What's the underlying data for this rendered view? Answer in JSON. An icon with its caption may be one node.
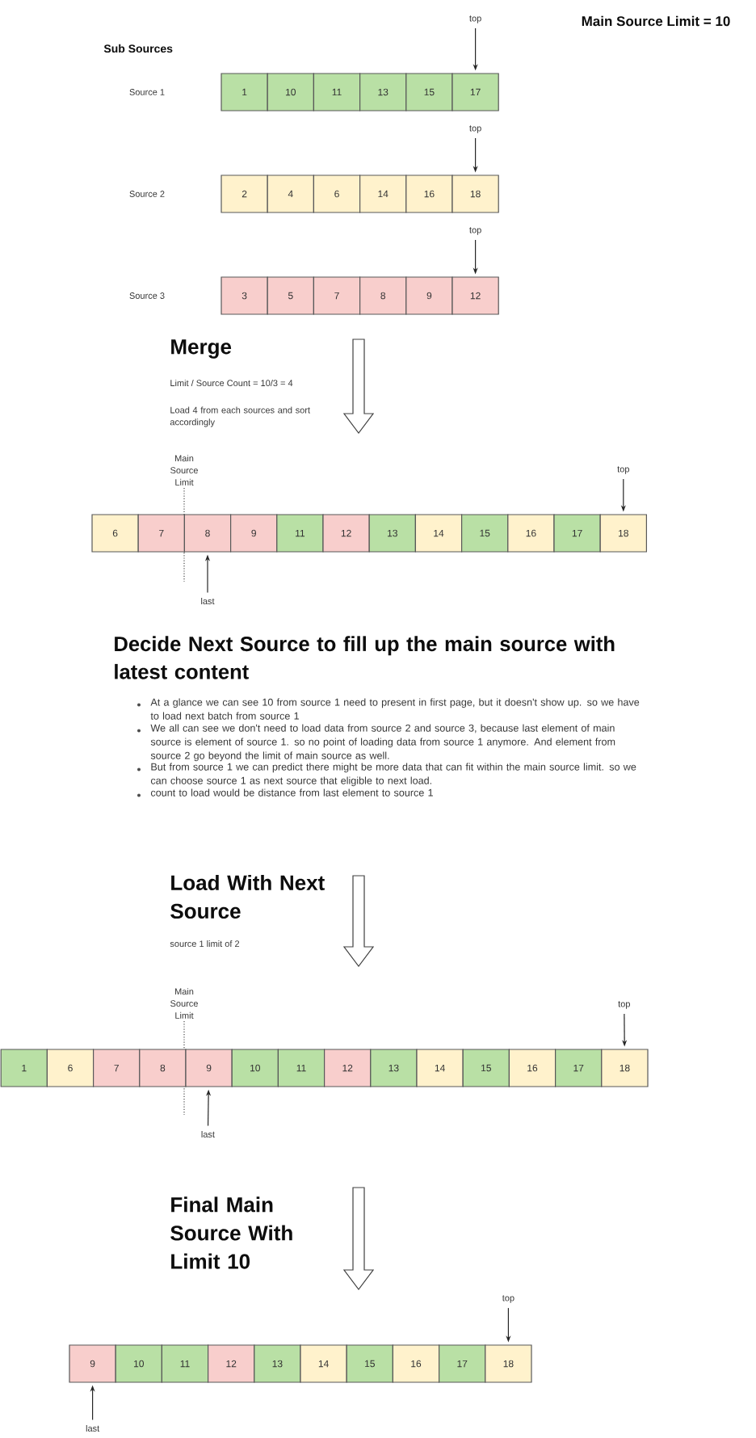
{
  "diagram": {
    "nodes": [
      {
        "text": [
          "top"
        ]
      },
      {
        "text": [
          "1"
        ]
      },
      {
        "text": [
          "10"
        ]
      },
      {
        "text": [
          "11"
        ]
      },
      {
        "text": [
          "13"
        ]
      },
      {
        "text": [
          "15"
        ]
      },
      {
        "text": [
          "17"
        ]
      },
      {
        "text": [
          "top"
        ]
      },
      {
        "text": [
          "2"
        ]
      },
      {
        "text": [
          "4"
        ]
      },
      {
        "text": [
          "6"
        ]
      },
      {
        "text": [
          "14"
        ]
      },
      {
        "text": [
          "16"
        ]
      },
      {
        "text": [
          "18"
        ]
      },
      {
        "text": [
          "top"
        ]
      },
      {
        "text": [
          "3"
        ]
      },
      {
        "text": [
          "5"
        ]
      },
      {
        "text": [
          "7"
        ]
      },
      {
        "text": [
          "8"
        ]
      },
      {
        "text": [
          "9"
        ]
      },
      {
        "text": [
          "12"
        ]
      },
      {
        "text": [
          "top"
        ]
      },
      {
        "text": [
          "6"
        ]
      },
      {
        "text": [
          "7"
        ]
      },
      {
        "text": [
          "8"
        ]
      },
      {
        "text": [
          "9"
        ]
      },
      {
        "text": [
          "11"
        ]
      },
      {
        "text": [
          "12"
        ]
      },
      {
        "text": [
          "13"
        ]
      },
      {
        "text": [
          "14"
        ]
      },
      {
        "text": [
          "15"
        ]
      },
      {
        "text": [
          "16"
        ]
      },
      {
        "text": [
          "17"
        ]
      },
      {
        "text": [
          "18"
        ]
      },
      {
        "text": [
          "last"
        ]
      },
      {
        "text": [
          "top"
        ]
      },
      {
        "text": [
          "1"
        ]
      },
      {
        "text": [
          "6"
        ]
      },
      {
        "text": [
          "7"
        ]
      },
      {
        "text": [
          "8"
        ]
      },
      {
        "text": [
          "9"
        ]
      },
      {
        "text": [
          "10"
        ]
      },
      {
        "text": [
          "11"
        ]
      },
      {
        "text": [
          "12"
        ]
      },
      {
        "text": [
          "13"
        ]
      },
      {
        "text": [
          "14"
        ]
      },
      {
        "text": [
          "15"
        ]
      },
      {
        "text": [
          "16"
        ]
      },
      {
        "text": [
          "17"
        ]
      },
      {
        "text": [
          "18"
        ]
      },
      {
        "text": [
          "last"
        ]
      },
      {
        "text": [
          "top"
        ]
      },
      {
        "text": [
          "9"
        ]
      },
      {
        "text": [
          "10"
        ]
      },
      {
        "text": [
          "11"
        ]
      },
      {
        "text": [
          "12"
        ]
      },
      {
        "text": [
          "13"
        ]
      },
      {
        "text": [
          "14"
        ]
      },
      {
        "text": [
          "15"
        ]
      },
      {
        "text": [
          "16"
        ]
      },
      {
        "text": [
          "17"
        ]
      },
      {
        "text": [
          "18"
        ]
      },
      {
        "text": [
          "last"
        ]
      }
    ],
    "edges": [
      {
        "from": 0,
        "to": 6,
        "arrow": "to"
      },
      {
        "from": 7,
        "to": 13,
        "arrow": "to"
      },
      {
        "from": 14,
        "to": 20,
        "arrow": "to"
      },
      {
        "from": 21,
        "to": 33,
        "arrow": "to"
      },
      {
        "from": 34,
        "to": 24,
        "arrow": "to"
      },
      {
        "from": 35,
        "to": 49,
        "arrow": "to"
      },
      {
        "from": 50,
        "to": 40,
        "arrow": "to"
      },
      {
        "from": 51,
        "to": 61,
        "arrow": "to"
      },
      {
        "from": 62,
        "to": 52,
        "arrow": "to"
      }
    ],
    "labels": [
      "Main Source Limit = 10",
      "Sub Sources",
      "Source 1",
      "Source 2",
      "Source 3",
      "Merge",
      "Limit / Source Count = 10/3 = 4",
      "Load 4 from each sources and sort accordingly",
      "Main Source Limit",
      "Decide Next Source to fill up the main source with latest content",
      "At a glance we can see 10 from source 1 need to present in first page, but it doesn't show up. so we have to load next batch from source 1",
      "We all can see we don't need to load data from source 2 and source 3, because last element of main source is element of source 1. so no point of loading data from source 1 anymore. And element from source 2 go beyond the limit of main source as well.",
      "But from source 1 we can predict there might be more data that can fit within the main source limit. so we can choose source 1 as next source that eligible to next load.",
      "count to load would be distance from last element to source 1",
      "Load With Next Source",
      "source 1 limit of 2",
      "Main Source Limit",
      "Final Main Source With Limit 10"
    ]
  }
}
